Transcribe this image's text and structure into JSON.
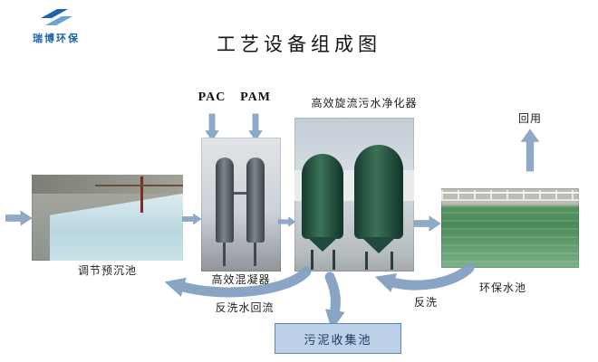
{
  "brand": {
    "name": "瑞博环保"
  },
  "title": "工艺设备组成图",
  "dosing": {
    "pac": "PAC",
    "pam": "PAM"
  },
  "labels": {
    "purifier": "高效旋流污水净化器",
    "reuse": "回用",
    "pre_sedimentation_pool": "调节预沉池",
    "coagulator": "高效混凝器",
    "eco_pool": "环保水池",
    "backwash_return": "反洗水回流",
    "backwash": "反洗",
    "sludge_pool": "污泥收集池"
  },
  "colors": {
    "arrow_fill": "#8fa9c6",
    "swoosh": "#83a0c2",
    "sludge_box_fill": "#bcd0e8",
    "sludge_box_border": "#5f86b5",
    "logo_blue": "#1c62ae"
  }
}
